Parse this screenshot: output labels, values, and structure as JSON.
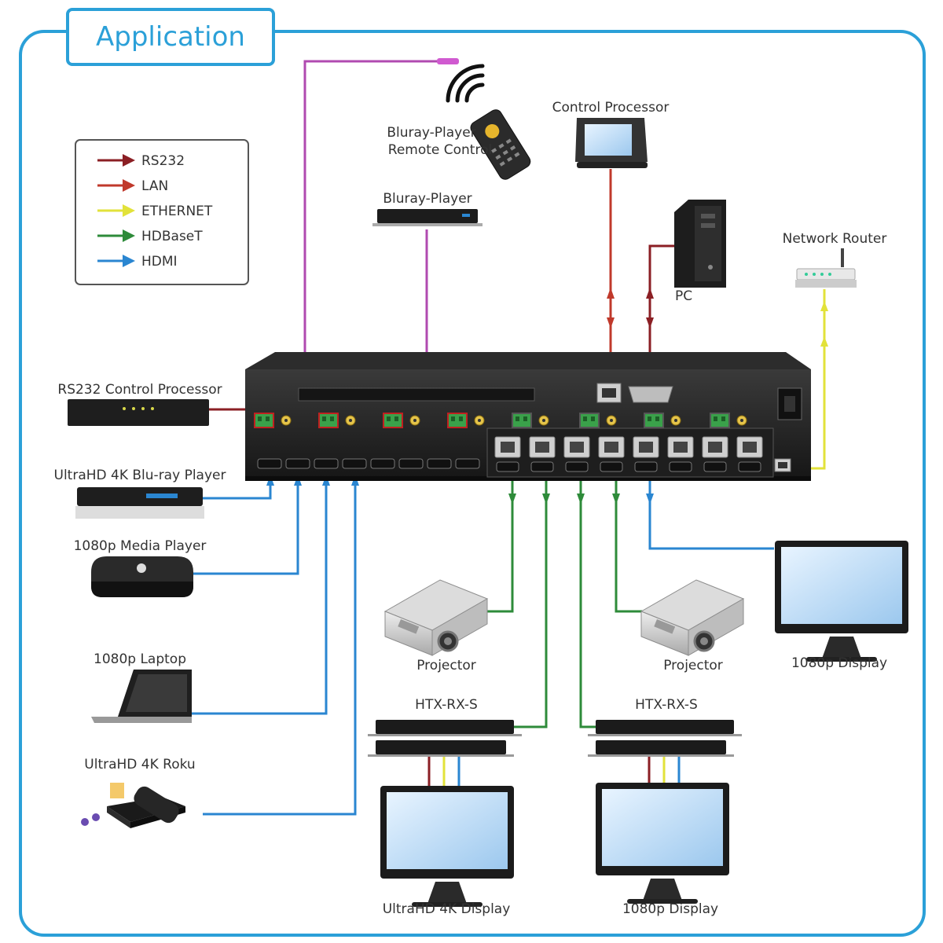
{
  "title": "Application",
  "legend": [
    {
      "label": "RS232",
      "color": "#8b1f24"
    },
    {
      "label": "LAN",
      "color": "#c0392b"
    },
    {
      "label": "ETHERNET",
      "color": "#e2e23a"
    },
    {
      "label": "HDBaseT",
      "color": "#2e8b3a"
    },
    {
      "label": "HDMI",
      "color": "#2a86d1"
    }
  ],
  "labels": {
    "remote": [
      "Bluray-Player",
      "Remote Control"
    ],
    "control_processor": "Control Processor",
    "bluray_player": "Bluray-Player",
    "pc": "PC",
    "network_router": "Network Router",
    "rs232_processor": "RS232 Control Processor",
    "uhd_bluray": "UltraHD 4K Blu-ray Player",
    "media_player": "1080p Media Player",
    "laptop": "1080p Laptop",
    "roku": "UltraHD 4K Roku",
    "projector_1": "Projector",
    "projector_2": "Projector",
    "display_right": "1080p Display",
    "htx_1": "HTX-RX-S",
    "htx_2": "HTX-RX-S",
    "uhd_display": "UltraHD 4K  Display",
    "display_bottom": "1080p Display"
  },
  "colors": {
    "frame": "#2ba0d8",
    "rs232": "#8b1f24",
    "lan": "#c0392b",
    "ethernet": "#e2e23a",
    "hdbaset": "#2e8b3a",
    "hdmi": "#2a86d1",
    "ir": "#b04ab0"
  }
}
